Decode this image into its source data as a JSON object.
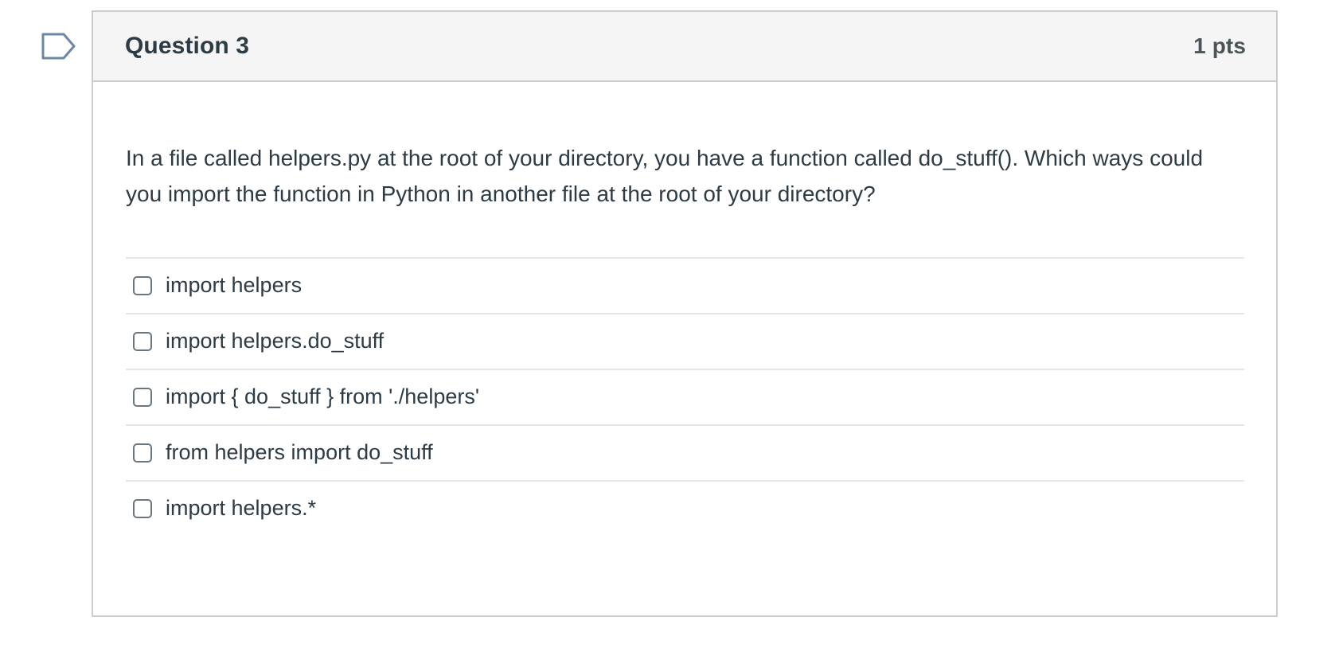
{
  "question": {
    "marker_icon": "flag-outline-icon",
    "title": "Question 3",
    "points": "1 pts",
    "prompt": "In a file called helpers.py at the root of your directory, you have a function called do_stuff(). Which ways could you import the function in Python in another file at the root of your directory?",
    "answer_type": "checkbox",
    "answers": [
      {
        "label": "import helpers",
        "checked": false
      },
      {
        "label": "import helpers.do_stuff",
        "checked": false
      },
      {
        "label": "import { do_stuff } from './helpers'",
        "checked": false
      },
      {
        "label": "from helpers import do_stuff",
        "checked": false
      },
      {
        "label": "import helpers.*",
        "checked": false
      }
    ]
  },
  "colors": {
    "header_background": "#f5f5f5",
    "card_border": "#c7cdd1",
    "text": "#2d3b45",
    "points_text": "#4b5557",
    "divider": "#e4e6e8",
    "checkbox_border": "#6b7780",
    "flag_icon": "#6e8persist"
  }
}
